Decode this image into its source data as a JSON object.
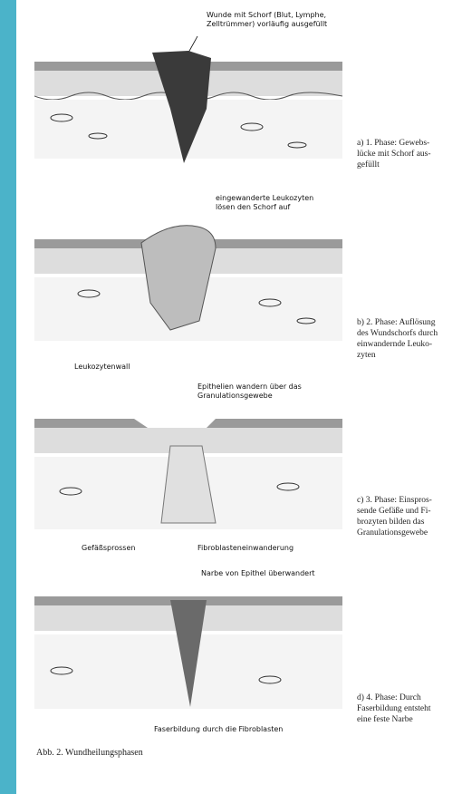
{
  "diagram": {
    "panels": [
      {
        "caption": "a) 1. Phase: Gewebs-\nlücke mit Schorf aus-\ngefüllt",
        "labels": [
          "Wunde mit Schorf (Blut, Lymphe,\nZelltrümmer) vorläufig ausgefüllt"
        ]
      },
      {
        "caption": "b) 2. Phase: Auflösung\ndes Wundschorfs durch\neinwandernde Leuko-\nzyten",
        "labels": [
          "eingewanderte Leukozyten\nlösen den Schorf auf",
          "Leukozytenwall"
        ]
      },
      {
        "caption": "c) 3. Phase: Einspros-\nsende Gefäße und Fi-\nbrozyten bilden das\nGranulationsgewebe",
        "labels": [
          "Epithelien wandern über das\nGranulationsgewebe",
          "Gefäßsprossen",
          "Fibroblasteneinwanderung"
        ]
      },
      {
        "caption": "d) 4. Phase: Durch\nFaserbildung entsteht\neine feste Narbe",
        "labels": [
          "Narbe von Epithel überwandert",
          "Faserbildung durch die Fibroblasten"
        ]
      }
    ],
    "figure_caption": "Abb. 2.  Wundheilungsphasen"
  }
}
